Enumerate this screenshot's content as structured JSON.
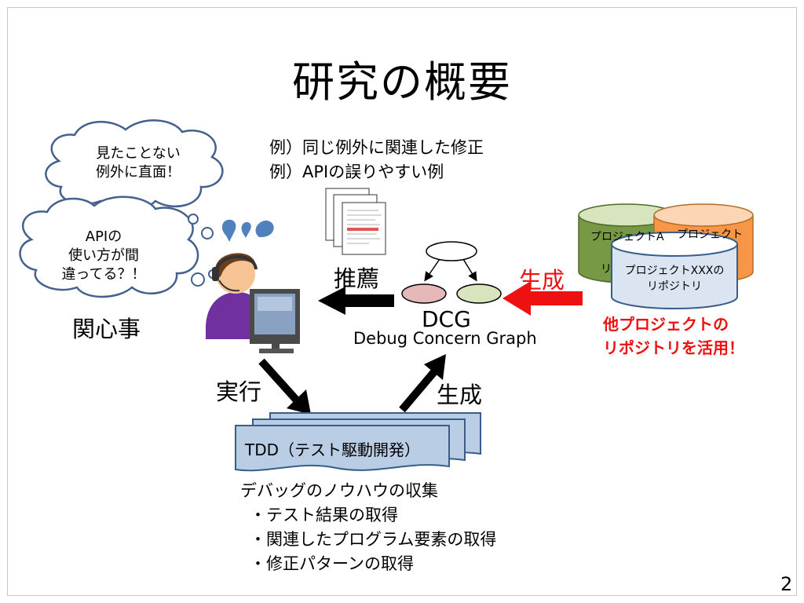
{
  "slide": {
    "title": "研究の概要",
    "page_number": "2"
  },
  "concerns": {
    "cloud1": [
      "見たことない",
      "例外に直面！"
    ],
    "cloud2": [
      "APIの",
      "使い方が間",
      "違ってる？！"
    ],
    "label": "関心事"
  },
  "examples": [
    "例）同じ例外に関連した修正",
    "例）APIの誤りやすい例"
  ],
  "arrows": {
    "recommend": "推薦",
    "generate_top": "生成",
    "execute": "実行",
    "generate_bottom": "生成"
  },
  "dcg": {
    "title": "DCG",
    "subtitle": "Debug Concern Graph"
  },
  "repositories": {
    "back_left": "プロジェクトA",
    "back_right": "プロジェクト",
    "back_left_line2": "リ",
    "front": [
      "プロジェクトXXXの",
      "リポジトリ"
    ],
    "caption": [
      "他プロジェクトの",
      "リポジトリを活用！"
    ]
  },
  "tdd": {
    "label": "TDD（テスト駆動開発）"
  },
  "notes": [
    "デバッグのノウハウの収集",
    "・テスト結果の取得",
    "・関連したプログラム要素の取得",
    "・修正パターンの取得"
  ],
  "colors": {
    "cloud_stroke": "#44608e",
    "red_arrow": "#ee1111",
    "db_green": "#779945",
    "db_orange": "#f79646",
    "db_blue": "#dbe5f1",
    "tdd_fill": "#b9cde5",
    "node_pink": "#e6b9b8",
    "node_green": "#d7e4bd"
  }
}
